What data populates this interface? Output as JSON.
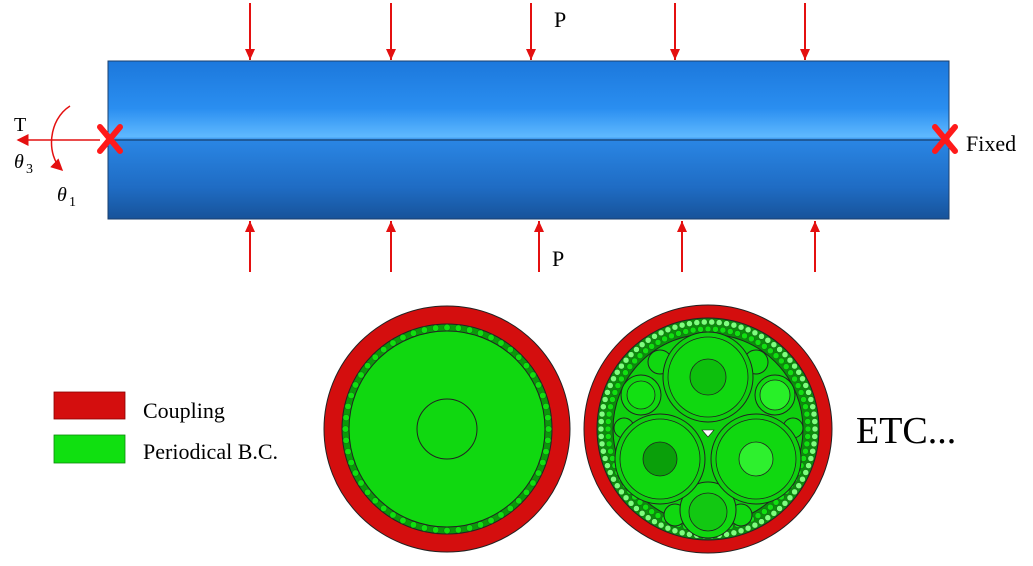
{
  "beam": {
    "load_label_top": "P",
    "load_label_bottom": "P",
    "fixed_label": "Fixed",
    "torque_label": "T",
    "theta3_label": "θ3",
    "theta1_label": "θ1",
    "load_count_top": 5,
    "load_count_bottom": 5
  },
  "legend": {
    "items": [
      {
        "label": "Coupling",
        "color": "#d40e0e"
      },
      {
        "label": "Periodical B.C.",
        "color": "#10e010"
      }
    ]
  },
  "etc_label": "ETC...",
  "colors": {
    "beam_top": "#1e84e6",
    "beam_highlight": "#5bb8ff",
    "beam_bottom": "#1a5fb0",
    "arrow": "#e41010",
    "fixed_mark": "#ff1a1a",
    "coupling": "#d40e0e",
    "periodic": "#10e010",
    "periodic_dark": "#0bb80b"
  }
}
